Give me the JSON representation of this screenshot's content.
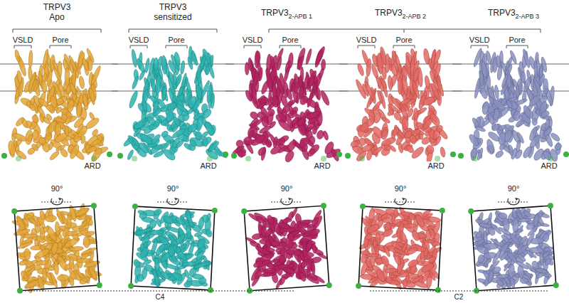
{
  "diagram": {
    "labels": [
      "TRPV3",
      "Apo",
      "TRPV3",
      "sensitized",
      "TRPV3",
      "2-APB 1",
      "TRPV3",
      "2-APB 2",
      "TRPV3",
      "2-APB 3",
      "VSLD",
      "Pore",
      "ARD",
      "90°",
      "VSLD",
      "Pore",
      "ARD",
      "90°",
      "VSLD",
      "Pore",
      "ARD",
      "90°",
      "VSLD",
      "Pore",
      "ARD",
      "90°",
      "VSLD",
      "Pore",
      "ARD",
      "90°",
      "C4",
      "C2"
    ]
  }
}
